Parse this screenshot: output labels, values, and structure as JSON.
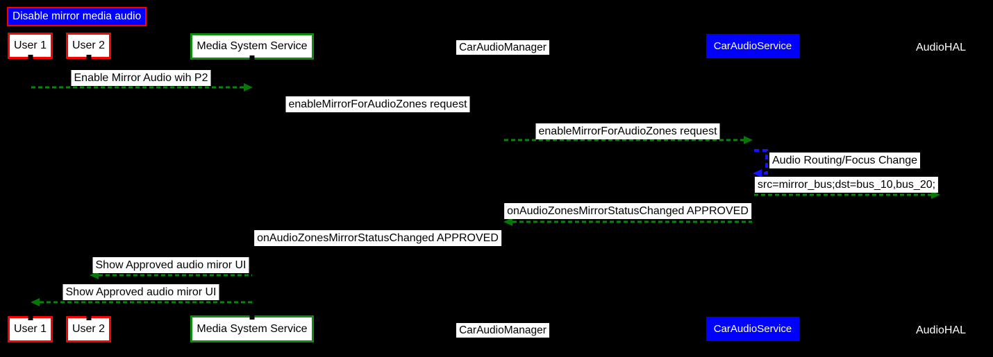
{
  "title": {
    "text": "Disable mirror media audio"
  },
  "actors": {
    "user1": "User 1",
    "user2": "User 2",
    "media": "Media System Service",
    "cam": "CarAudioManager",
    "cas": "CarAudioService",
    "hal": "AudioHAL"
  },
  "messages": {
    "m1": "Enable Mirror Audio wih P2",
    "m2": "enableMirrorForAudioZones request",
    "m3": "enableMirrorForAudioZones request",
    "m4": "Audio Routing/Focus Change",
    "m5": "src=mirror_bus;dst=bus_10,bus_20;",
    "m6": "onAudioZonesMirrorStatusChanged APPROVED",
    "m7": "onAudioZonesMirrorStatusChanged APPROVED",
    "m8": "Show Approved audio miror UI",
    "m9": "Show Approved audio miror UI"
  },
  "colors": {
    "background": "#000000",
    "label_background": "#ffffff",
    "box_blue": "#0000ff",
    "border_red": "#ff0000",
    "border_green": "#0d8c0d",
    "arrow_green": "#008c00",
    "arrow_blue": "#1414ff"
  }
}
